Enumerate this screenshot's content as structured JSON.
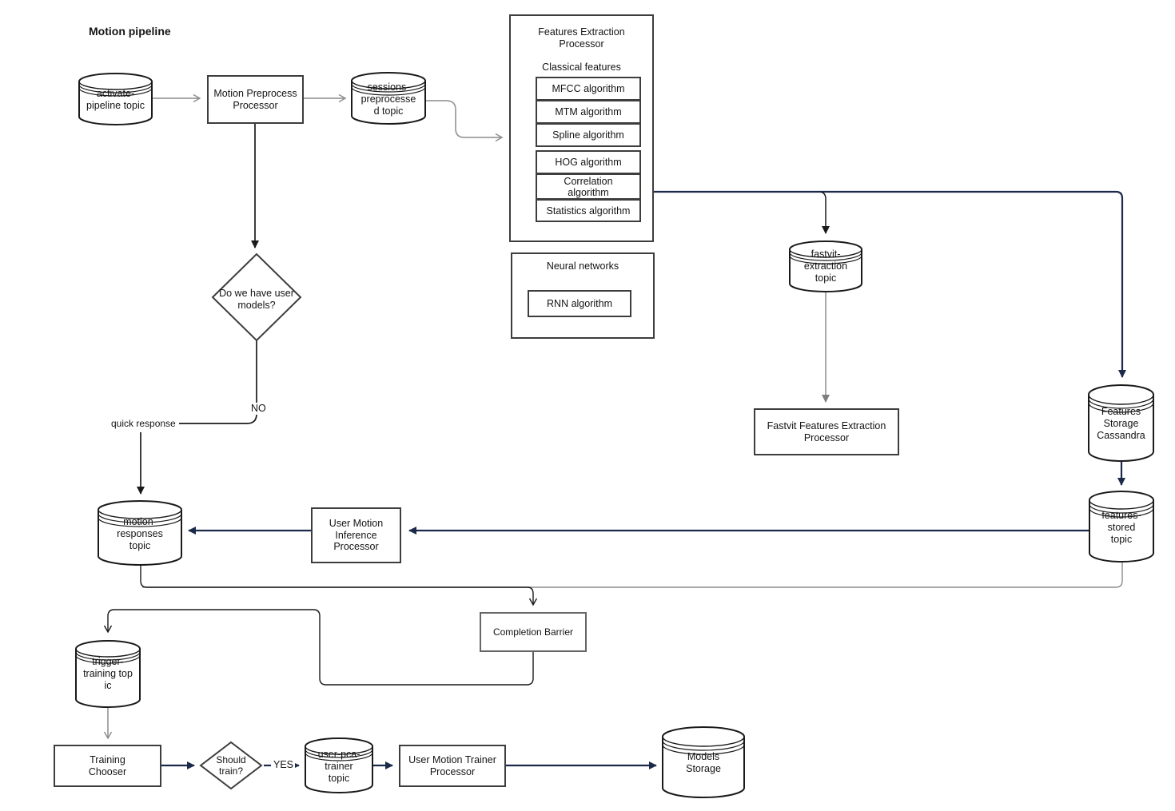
{
  "title": "Motion pipeline",
  "colors": {
    "accent_navy": "#1b2a4b",
    "line_gray": "#8c8c8c",
    "line_black": "#1a1a1a"
  },
  "nodes": {
    "activate_topic": {
      "label": "activate-\npipeline topic",
      "shape": "cylinder"
    },
    "motion_preprocess": {
      "label": "Motion Preprocess\nProcessor",
      "shape": "process"
    },
    "sessions_topic": {
      "label": "sessions-\npreprocesse\nd topic",
      "shape": "cylinder"
    },
    "features_extraction": {
      "title": "Features Extraction\nProcessor",
      "classical_label": "Classical features",
      "algorithms": [
        "MFCC algorithm",
        "MTM algorithm",
        "Spline algorithm",
        "HOG algorithm",
        "Correlation\nalgorithm",
        "Statistics algorithm"
      ],
      "neural_label": "Neural networks",
      "rnn_label": "RNN algorithm"
    },
    "user_models_decision": {
      "label": "Do we have user\nmodels?",
      "shape": "decision"
    },
    "fastvit_topic": {
      "label": "fastvit-\nextraction\ntopic",
      "shape": "cylinder"
    },
    "fastvit_processor": {
      "label": "Fastvit Features Extraction\nProcessor",
      "shape": "process"
    },
    "features_storage": {
      "label": "Features\nStorage\nCassandra",
      "shape": "cylinder"
    },
    "features_stored_topic": {
      "label": "features-\nstored\ntopic",
      "shape": "cylinder"
    },
    "inference_processor": {
      "label": "User Motion\nInference\nProcessor",
      "shape": "process"
    },
    "motion_responses_topic": {
      "label": "motion-\nresponses\ntopic",
      "shape": "cylinder"
    },
    "completion_barrier": {
      "label": "Completion Barrier",
      "shape": "process"
    },
    "trigger_training_topic": {
      "label": "trigger-\ntraining top\nic",
      "shape": "cylinder"
    },
    "training_chooser": {
      "label": "Training\nChooser",
      "shape": "process"
    },
    "should_train_decision": {
      "label": "Should\ntrain?",
      "shape": "decision"
    },
    "user_pca_topic": {
      "label": "user-pca-\ntrainer\ntopic",
      "shape": "cylinder"
    },
    "trainer_processor": {
      "label": "User Motion Trainer\nProcessor",
      "shape": "process"
    },
    "models_storage": {
      "label": "Models\nStorage",
      "shape": "cylinder"
    }
  },
  "edge_labels": {
    "no": "NO",
    "yes": "YES",
    "quick_response": "quick response"
  }
}
